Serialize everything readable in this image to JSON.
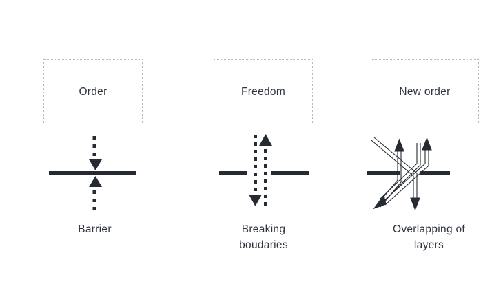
{
  "page": {
    "background_color": "#ffffff",
    "ink_color": "#262b33",
    "box_border_color": "#b9b9be",
    "title": "Barrier / Breaking boudaries / Overlapping of layers"
  },
  "panels": [
    {
      "id": "order",
      "box_label": "Order",
      "caption_lines": [
        "Barrier"
      ],
      "caption_text": "Barrier",
      "glyph": "solid-barrier-with-blocked-arrows",
      "arrow_style": "dotted",
      "arrow_count": 2,
      "arrow_directions": [
        "down",
        "up"
      ],
      "barrier": "continuous"
    },
    {
      "id": "freedom",
      "box_label": "Freedom",
      "caption_lines": [
        "Breaking",
        "boudaries"
      ],
      "caption_text": "Breaking boudaries",
      "glyph": "broken-barrier-with-passing-arrows",
      "arrow_style": "dotted",
      "arrow_count": 2,
      "arrow_directions": [
        "down",
        "up"
      ],
      "barrier": "broken"
    },
    {
      "id": "new-order",
      "box_label": "New order",
      "caption_lines": [
        "Overlapping of",
        "layers"
      ],
      "caption_text": "Overlapping of layers",
      "glyph": "broken-barrier-with-crossing-outline-arrows",
      "arrow_style": "double-line-outline",
      "arrow_count": 4,
      "arrow_directions": [
        "up",
        "up",
        "down",
        "down"
      ],
      "barrier": "broken"
    }
  ]
}
